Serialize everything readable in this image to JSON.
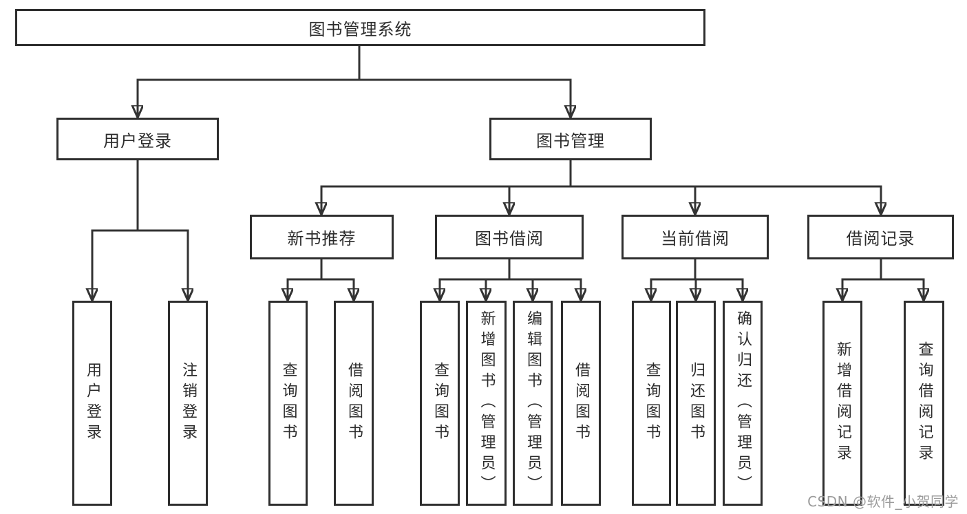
{
  "title": {
    "label": "图书管理系统"
  },
  "level1": [
    {
      "label": "用户登录"
    },
    {
      "label": "图书管理"
    }
  ],
  "level2": [
    {
      "label": "新书推荐"
    },
    {
      "label": "图书借阅"
    },
    {
      "label": "当前借阅"
    },
    {
      "label": "借阅记录"
    }
  ],
  "leaves": [
    {
      "label": "用户登录"
    },
    {
      "label": "注销登录"
    },
    {
      "label": "查询图书"
    },
    {
      "label": "借阅图书"
    },
    {
      "label": "查询图书"
    },
    {
      "label": "新增图书（管理员）"
    },
    {
      "label": "编辑图书（管理员）"
    },
    {
      "label": "借阅图书"
    },
    {
      "label": "查询图书"
    },
    {
      "label": "归还图书"
    },
    {
      "label": "确认归还（管理员）"
    },
    {
      "label": "新增借阅记录"
    },
    {
      "label": "查询借阅记录"
    }
  ],
  "watermark": {
    "text": "CSDN @软件_小贺同学"
  },
  "colors": {
    "line": "#333333",
    "text": "#2c2c2c",
    "background": "#ffffff",
    "watermark": "#9b9b9b"
  }
}
